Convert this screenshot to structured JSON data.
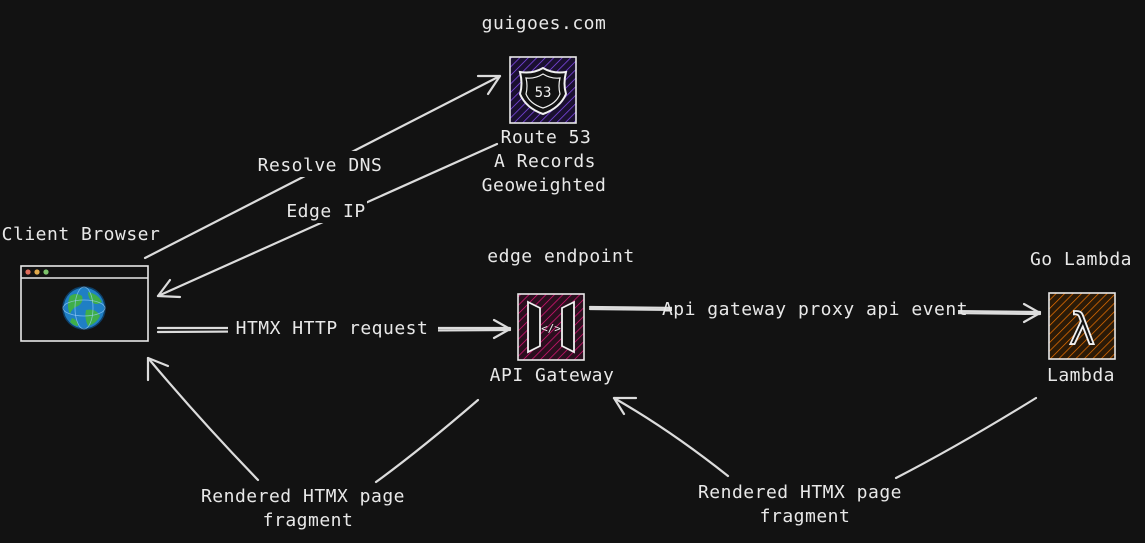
{
  "nodes": {
    "route53": {
      "title": "guigoes.com",
      "label_lines": [
        "Route 53",
        "A Records",
        "Geoweighted"
      ],
      "icon": "route53-shield-icon",
      "icon_text": "53",
      "color": "#8c4fff"
    },
    "browser": {
      "title": "Client Browser",
      "icon": "browser-window-icon",
      "dot_colors": [
        "#e06c5a",
        "#e0a94a",
        "#7cc36b"
      ]
    },
    "api_gateway": {
      "title": "edge endpoint",
      "label": "API Gateway",
      "icon": "api-gateway-icon",
      "icon_text": "</>",
      "color": "#e7157b"
    },
    "lambda": {
      "title": "Go Lambda",
      "label": "Lambda",
      "icon": "lambda-icon",
      "icon_text": "λ",
      "color": "#ed7100"
    }
  },
  "edges": {
    "resolve_dns": "Resolve DNS",
    "edge_ip": "Edge IP",
    "htmx_request": "HTMX HTTP request",
    "proxy_event": "Api gateway proxy api event",
    "rendered_left": [
      "Rendered HTMX page",
      "fragment"
    ],
    "rendered_right": [
      "Rendered HTMX page",
      "fragment"
    ]
  },
  "colors": {
    "background": "#121212",
    "stroke": "#dcdcdc",
    "globe_blue": "#1f7fc4",
    "globe_green": "#3fae49"
  }
}
